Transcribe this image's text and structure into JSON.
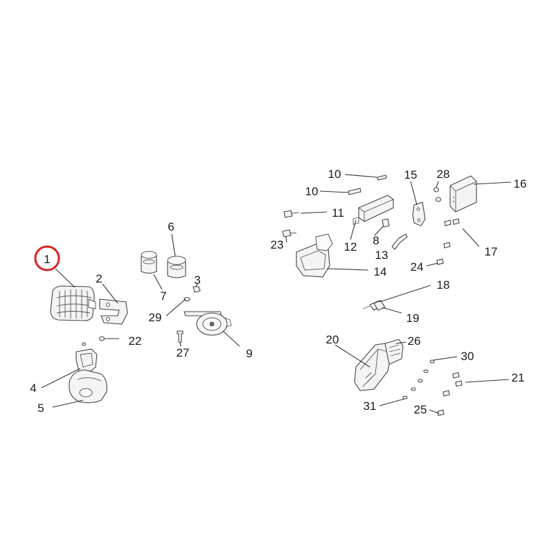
{
  "diagram": {
    "highlight_color": "#e02020",
    "highlighted_callout": "1",
    "callouts": {
      "c1": "1",
      "c2": "2",
      "c3": "3",
      "c4": "4",
      "c5": "5",
      "c6": "6",
      "c7": "7",
      "c8": "8",
      "c9": "9",
      "c10a": "10",
      "c10b": "10",
      "c11": "11",
      "c12": "12",
      "c13": "13",
      "c14": "14",
      "c15": "15",
      "c16": "16",
      "c17": "17",
      "c18": "18",
      "c19": "19",
      "c20": "20",
      "c21": "21",
      "c22": "22",
      "c23": "23",
      "c24": "24",
      "c25": "25",
      "c26": "26",
      "c27": "27",
      "c28": "28",
      "c29": "29",
      "c30": "30",
      "c31": "31"
    }
  }
}
